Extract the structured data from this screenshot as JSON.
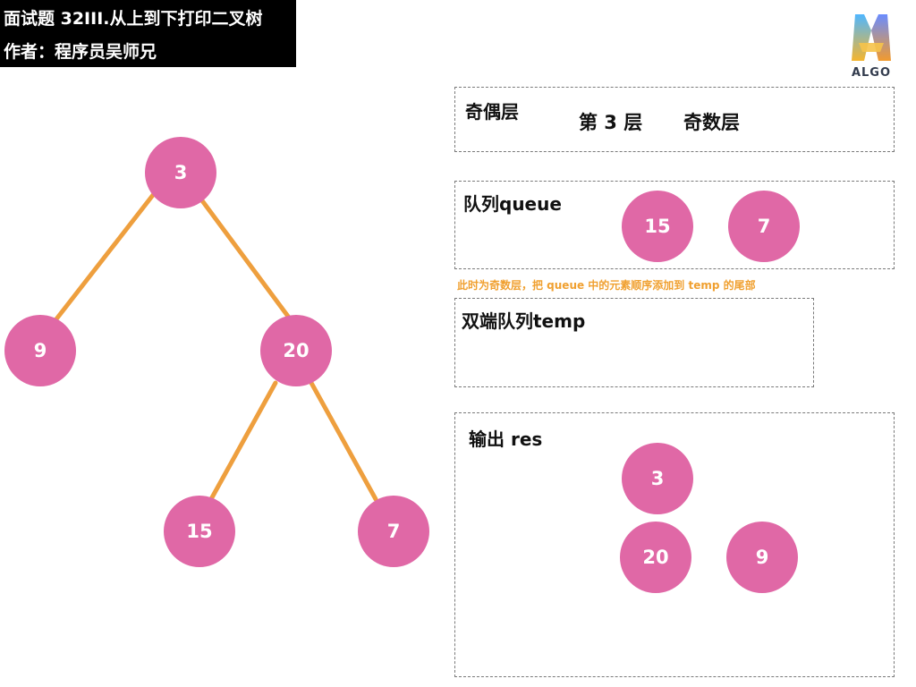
{
  "header": {
    "title": "面试题 32III.从上到下打印二叉树",
    "author": "作者：程序员吴师兄"
  },
  "logo": {
    "text": "ALGO"
  },
  "tree": {
    "nodes": [
      {
        "id": "n3",
        "label": "3"
      },
      {
        "id": "n9",
        "label": "9"
      },
      {
        "id": "n20",
        "label": "20"
      },
      {
        "id": "n15",
        "label": "15"
      },
      {
        "id": "n7",
        "label": "7"
      }
    ],
    "colors": {
      "node": "#e068a6",
      "edge": "#ee9f3e",
      "node_text": "#ffffff"
    }
  },
  "layer_panel": {
    "label": "奇偶层",
    "layer": "第 3 层",
    "parity": "奇数层"
  },
  "queue_panel": {
    "label": "队列queue",
    "items": [
      "15",
      "7"
    ]
  },
  "note": {
    "text": "此时为奇数层，把 queue 中的元素顺序添加到 temp 的尾部",
    "color": "#f0a030"
  },
  "temp_panel": {
    "label": "双端队列temp",
    "items": []
  },
  "res_panel": {
    "label": "输出 res",
    "rows": [
      [
        "3"
      ],
      [
        "20",
        "9"
      ]
    ]
  }
}
